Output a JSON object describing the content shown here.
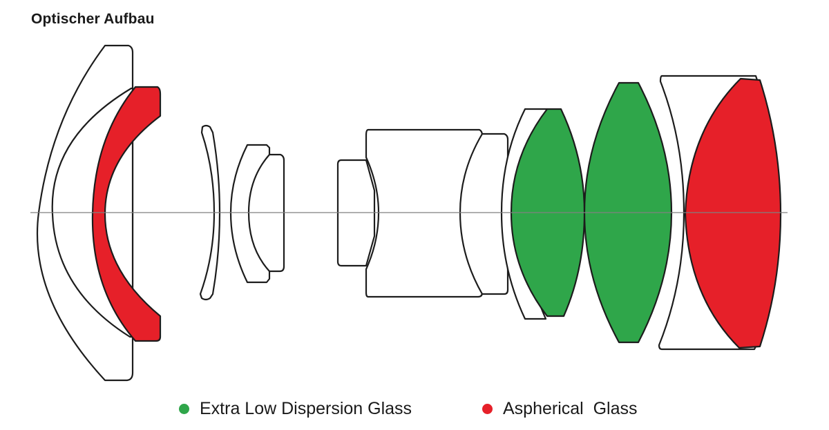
{
  "title": "Optischer Aufbau",
  "legend": {
    "items": [
      {
        "label": "Extra Low Dispersion Glass",
        "color": "#2fa64a",
        "kind": "ed"
      },
      {
        "label": "Aspherical  Glass",
        "color": "#e62029",
        "kind": "aspherical"
      }
    ]
  },
  "colors": {
    "ed_glass": "#2fa64a",
    "aspherical_glass": "#e62029",
    "plain_glass": "#ffffff",
    "outline": "#1c1c1c",
    "optical_axis": "#7f7f7f"
  }
}
